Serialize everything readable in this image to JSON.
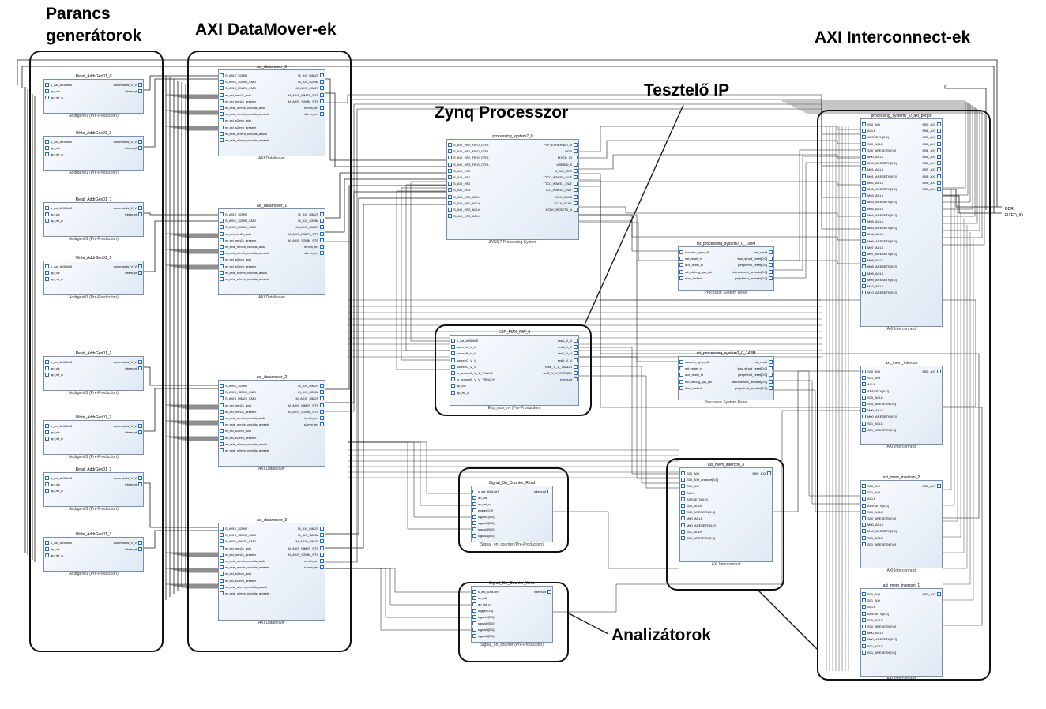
{
  "labels": {
    "cmd_gen": [
      "Parancs",
      "generátorok"
    ],
    "datamovers": "AXI DataMover-ek",
    "interconnects": "AXI Interconnect-ek",
    "tester": "Tesztelő IP",
    "zynq": "Zynq Processzor",
    "analyzers": "Analizátorok"
  },
  "external_ports": [
    "DDR",
    "FIXED_IO"
  ],
  "addrgen": [
    {
      "title": "Read_AddrGen01_0",
      "sub": "Addrgen01 (Pre-Production)"
    },
    {
      "title": "Write_AddrGen01_0",
      "sub": "Addrgen01 (Pre-Production)"
    },
    {
      "title": "Read_AddrGen01_1",
      "sub": "Addrgen01 (Pre-Production)"
    },
    {
      "title": "Write_AddrGen01_1",
      "sub": "Addrgen01 (Pre-Production)"
    },
    {
      "title": "Read_AddrGen01_2",
      "sub": "Addrgen01 (Pre-Production)"
    },
    {
      "title": "Write_AddrGen01_2",
      "sub": "Addrgen01 (Pre-Production)"
    },
    {
      "title": "Read_AddrGen01_3",
      "sub": "Addrgen01 (Pre-Production)"
    },
    {
      "title": "Write_AddrGen01_3",
      "sub": "Addrgen01 (Pre-Production)"
    }
  ],
  "addrgen_ports": {
    "left": [
      "s_axi_AXILiteS",
      "ap_clk",
      "ap_rst_n"
    ],
    "right": [
      "commands_V_V",
      "interrupt"
    ]
  },
  "datamover": [
    {
      "title": "axi_datamover_0",
      "sub": "AXI DataMover"
    },
    {
      "title": "axi_datamover_1",
      "sub": "AXI DataMover"
    },
    {
      "title": "axi_datamover_2",
      "sub": "AXI DataMover"
    },
    {
      "title": "axi_datamover_3",
      "sub": "AXI DataMover"
    }
  ],
  "datamover_ports": {
    "left": [
      "S_AXIS_S2MM",
      "S_AXIS_S2MM_CMD",
      "S_AXIS_MM2S_CMD",
      "m_axi_mm2s_aclk",
      "m_axi_mm2s_aresetn",
      "m_axis_mm2s_cmdsts_aclk",
      "m_axis_mm2s_cmdsts_aresetn",
      "m_axi_s2mm_aclk",
      "m_axi_s2mm_aresetn",
      "m_axis_s2mm_cmdsts_awclk",
      "m_axis_s2mm_cmdsts_aresetn"
    ],
    "right": [
      "M_AXI_MM2S",
      "M_AXI_S2MM",
      "M_AXIS_MM2S",
      "M_AXIS_MM2S_STS",
      "M_AXIS_S2MM_STS",
      "mm2s_err",
      "s2mm_err"
    ]
  },
  "zynq": {
    "title": "processing_system7_0",
    "sub": "ZYNQ7 Processing System",
    "left": [
      "S_AXI_HP0_FIFO_CTRL",
      "S_AXI_HP1_FIFO_CTRL",
      "S_AXI_HP2_FIFO_CTRL",
      "S_AXI_HP3_FIFO_CTRL",
      "S_AXI_HP0",
      "S_AXI_HP1",
      "S_AXI_HP2",
      "S_AXI_HP3",
      "S_AXI_HP0_ACLK",
      "S_AXI_HP1_ACLK",
      "S_AXI_HP2_ACLK",
      "S_AXI_HP3_ACLK"
    ],
    "right": [
      "PTP_ETHERNET_0",
      "DDR",
      "FIXED_IO",
      "USBIND_0",
      "M_AXI_GP0",
      "TTC0_WAVE0_OUT",
      "TTC0_WAVE1_OUT",
      "TTC0_WAVE2_OUT",
      "FCLK_CLK0",
      "FCLK_CLK1",
      "FCLK_RESET0_N"
    ]
  },
  "rst1": {
    "title": "rst_processing_system7_0_100M",
    "sub": "Processor System Reset",
    "left": [
      "slowest_sync_clk",
      "ext_reset_in",
      "aux_reset_in",
      "mb_debug_sys_rst",
      "dcm_locked"
    ],
    "right": [
      "mb_reset",
      "bus_struct_reset[0:0]",
      "peripheral_reset[0:0]",
      "interconnect_aresetn[0:0]",
      "peripheral_aresetn[0:0]"
    ]
  },
  "rst2": {
    "title": "rst_processing_system7_0_142M",
    "sub": "Processor System Reset",
    "left": [
      "slowest_sync_clk",
      "ext_reset_in",
      "aux_reset_in",
      "mb_debug_sys_rst",
      "dcm_locked"
    ],
    "right": [
      "mb_reset",
      "bus_struct_reset[0:0]",
      "peripheral_reset[0:0]",
      "interconnect_aresetn[0:0]",
      "peripheral_aresetn[0:0]"
    ]
  },
  "exp": {
    "title": "EXP_MAX_RW_0",
    "sub": "Exp_max_rw (Pre-Production)",
    "left": [
      "s_axi_AXILiteS",
      "sourceA_V_V",
      "sourceB_V_V",
      "sourceC_V_V",
      "sourceD_V_V",
      "in_sourceE_V_V_TVALID",
      "in_sourceE_V_V_TREADY",
      "ap_clk",
      "ap_rst_n"
    ],
    "right": [
      "resA_V_V",
      "resB_V_V",
      "resC_V_V",
      "resD_V_V",
      "resE_V_V_TVALID",
      "resE_V_V_TREADY",
      "interrupt"
    ]
  },
  "sig_read": {
    "title": "Signal_On_Counter_Read",
    "sub": "Signal_on_counter (Pre-Production)",
    "left": [
      "s_axi_AXILiteS",
      "ap_clk",
      "ap_rst_n",
      "trigger[0:0]",
      "signal1[0:0]",
      "signal2[0:0]",
      "signal3[0:0]",
      "signal4[0:0]"
    ],
    "right": [
      "interrupt"
    ]
  },
  "sig_write": {
    "title": "Signal_On_Counter_Write",
    "sub": "Signal_on_counter (Pre-Production)",
    "left": [
      "s_axi_AXILiteS",
      "ap_clk",
      "ap_rst_n",
      "trigger[0:0]",
      "signal1[0:0]",
      "signal2[0:0]",
      "signal3[0:0]",
      "signal4[0:0]"
    ],
    "right": [
      "interrupt"
    ]
  },
  "ic3": {
    "title": "axi_mem_intercon_3",
    "sub": "AXI Interconnect",
    "left": [
      "S00_AXI",
      "S00_AXI_arcache[3:0]",
      "S01_AXI",
      "ACLK",
      "ARESETN[0:0]",
      "S00_ACLK",
      "S00_ARESETN[0:0]",
      "M00_ACLK",
      "M00_ARESETN[0:0]",
      "S01_ACLK",
      "S01_ARESETN[0:0]"
    ],
    "right": [
      "M00_AXI"
    ]
  },
  "periph": {
    "title": "processing_system7_0_axi_periph",
    "sub": "AXI Interconnect",
    "left": [
      "S00_AXI",
      "ACLK",
      "ARESETN[0:0]",
      "S00_ACLK",
      "S00_ARESETN[0:0]",
      "M00_ACLK",
      "M00_ARESETN[0:0]",
      "M01_ACLK",
      "M01_ARESETN[0:0]",
      "M02_ACLK",
      "M02_ARESETN[0:0]",
      "M03_ACLK",
      "M03_ARESETN[0:0]",
      "M04_ACLK",
      "M04_ARESETN[0:0]",
      "M05_ACLK",
      "M05_ARESETN[0:0]",
      "M06_ACLK",
      "M06_ARESETN[0:0]",
      "M07_ACLK",
      "M07_ARESETN[0:0]",
      "M08_ACLK",
      "M08_ARESETN[0:0]",
      "M09_ACLK",
      "M09_ARESETN[0:0]",
      "M10_ACLK",
      "M10_ARESETN[0:0]"
    ],
    "right": [
      "M00_AXI",
      "M01_AXI",
      "M02_AXI",
      "M03_AXI",
      "M04_AXI",
      "M05_AXI",
      "M06_AXI",
      "M07_AXI",
      "M08_AXI",
      "M09_AXI",
      "M10_AXI"
    ]
  },
  "mem0": {
    "title": "axi_mem_intercon",
    "sub": "AXI Interconnect",
    "left": [
      "S00_AXI",
      "S01_AXI",
      "ACLK",
      "ARESETN[0:0]",
      "S00_ACLK",
      "S00_ARESETN[0:0]",
      "M00_ACLK",
      "M00_ARESETN[0:0]",
      "S01_ACLK",
      "S01_ARESETN[0:0]"
    ],
    "right": [
      "M00_AXI"
    ]
  },
  "mem2": {
    "title": "axi_mem_intercon_2",
    "sub": "AXI Interconnect",
    "left": [
      "S00_AXI",
      "S01_AXI",
      "ACLK",
      "ARESETN[0:0]",
      "S00_ACLK",
      "S00_ARESETN[0:0]",
      "M00_ACLK",
      "M00_ARESETN[0:0]",
      "S01_ACLK",
      "S01_ARESETN[0:0]"
    ],
    "right": [
      "M00_AXI"
    ]
  },
  "mem1": {
    "title": "axi_mem_intercon_1",
    "sub": "AXI Interconnect",
    "left": [
      "S00_AXI",
      "S01_AXI",
      "ACLK",
      "ARESETN[0:0]",
      "S00_ACLK",
      "S00_ARESETN[0:0]",
      "M00_ACLK",
      "M00_ARESETN[0:0]",
      "S01_ACLK",
      "S01_ARESETN[0:0]"
    ],
    "right": [
      "M00_AXI"
    ]
  }
}
